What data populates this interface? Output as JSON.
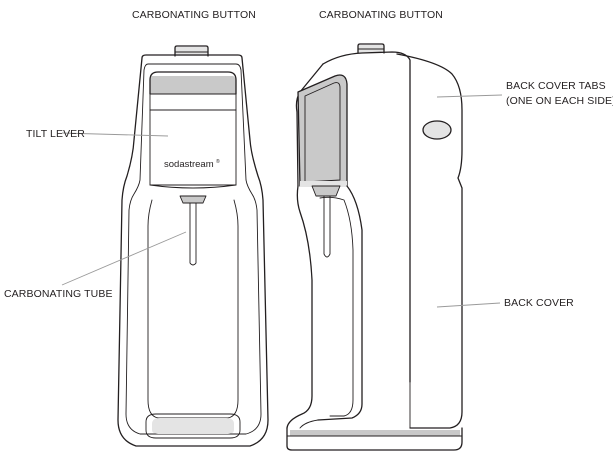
{
  "labels": {
    "carbonating_button_front": "CARBONATING BUTTON",
    "carbonating_button_side": "CARBONATING BUTTON",
    "tilt_lever": "TILT LEVER",
    "carbonating_tube": "CARBONATING TUBE",
    "back_cover_tabs_line1": "BACK COVER TABS",
    "back_cover_tabs_line2": "(ONE ON EACH SIDE)",
    "back_cover": "BACK COVER"
  },
  "brand": {
    "logo_text": "sodastream",
    "logo_mark": "®"
  },
  "colors": {
    "line": "#231f20",
    "leader": "#9a9a9a",
    "shade": "#c9c9c9"
  }
}
